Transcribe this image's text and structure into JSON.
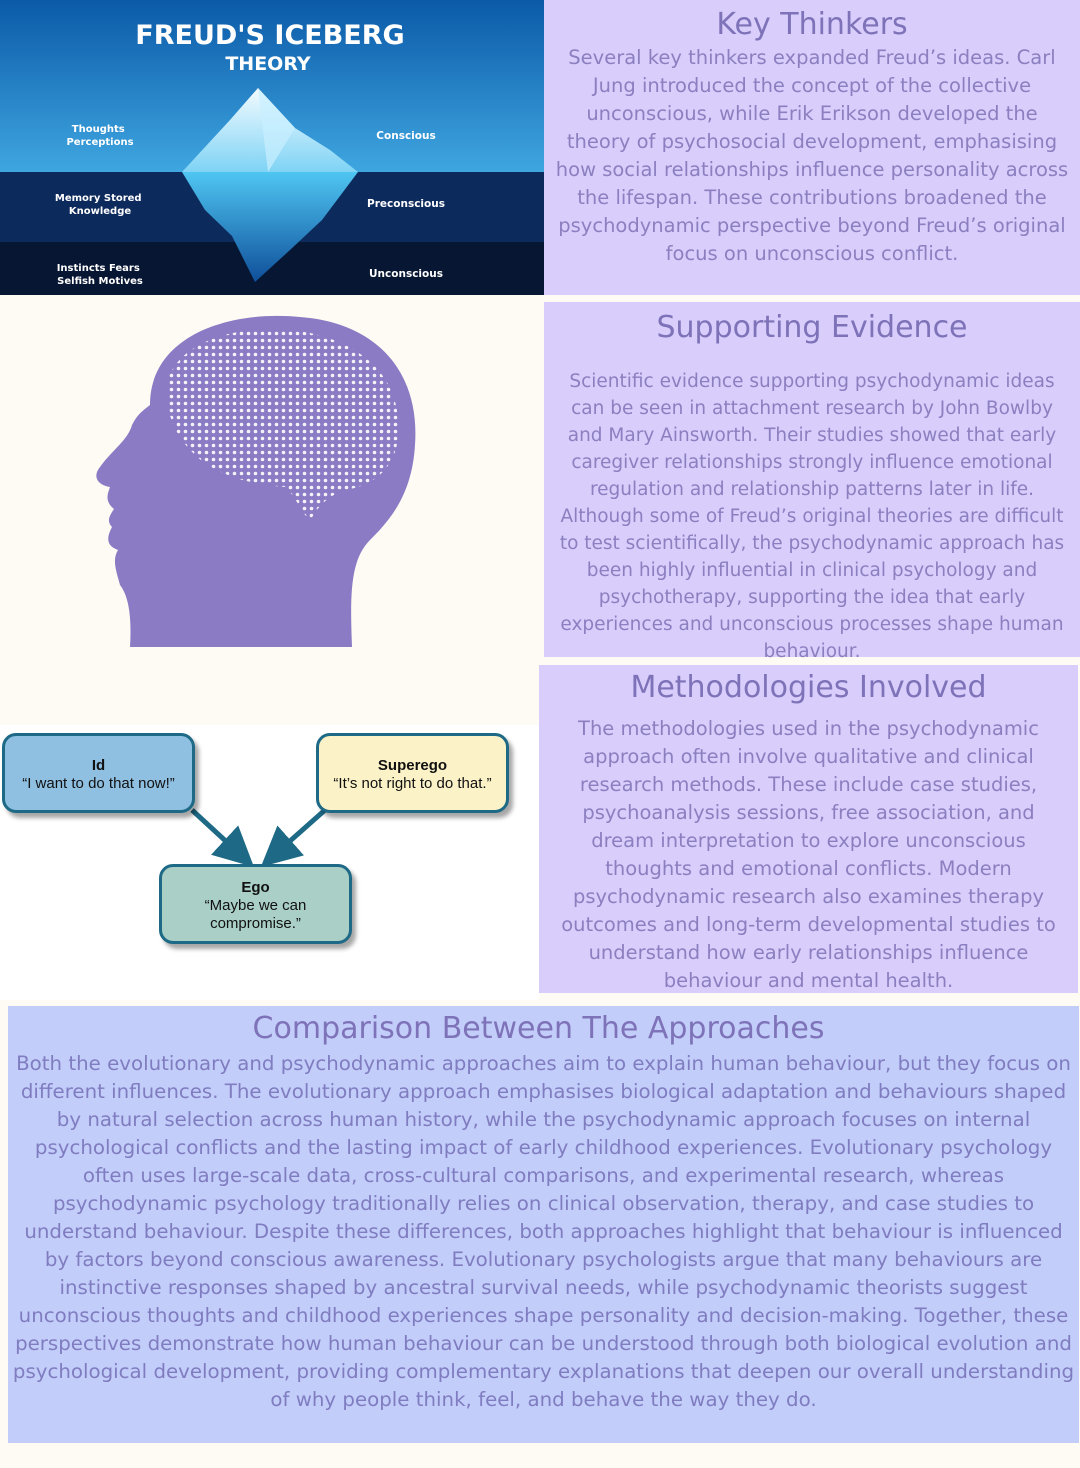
{
  "iceberg": {
    "title": "FREUD'S ICEBERG",
    "subtitle": "THEORY",
    "left_labels": [
      "Thoughts Perceptions",
      "Memory Stored Knowledge",
      "Instincts Fears Selfish Motives"
    ],
    "left_lines": [
      [
        "Thoughts",
        "Perceptions"
      ],
      [
        "Memory Stored",
        "Knowledge"
      ],
      [
        "Instincts Fears",
        "Selfish Motives"
      ]
    ],
    "right_labels": [
      "Conscious",
      "Preconscious",
      "Unconscious"
    ]
  },
  "psyche": {
    "id": {
      "title": "Id",
      "quote": "“I want to do that now!”"
    },
    "superego": {
      "title": "Superego",
      "quote": "“It’s not right to do that.”"
    },
    "ego": {
      "title": "Ego",
      "quote": "“Maybe we can compromise.”"
    }
  },
  "key_thinkers": {
    "title": "Key Thinkers",
    "body": "Several key thinkers expanded Freud’s ideas. Carl Jung introduced the concept of the collective unconscious, while Erik Erikson developed the theory of psychosocial development, emphasising how social relationships influence personality across the lifespan. These contributions broadened the psychodynamic perspective beyond Freud’s original focus on unconscious conflict."
  },
  "supporting_evidence": {
    "title": "Supporting Evidence",
    "body": "Scientific evidence supporting psychodynamic ideas can be seen in attachment research by John Bowlby and Mary Ainsworth. Their studies showed that early caregiver relationships strongly influence emotional regulation and relationship patterns later in life. Although some of Freud’s original theories are difficult to test scientifically, the psychodynamic approach has been highly influential in clinical psychology and psychotherapy, supporting the idea that early experiences and unconscious processes shape human behaviour."
  },
  "methodologies": {
    "title": "Methodologies Involved",
    "body": "The methodologies used in the psychodynamic approach often involve qualitative and clinical research methods. These include case studies, psychoanalysis sessions, free association, and dream interpretation to explore unconscious thoughts and emotional conflicts. Modern psychodynamic research also examines therapy outcomes and long-term developmental studies to understand how early relationships influence behaviour and mental health."
  },
  "comparison": {
    "title": "Comparison Between The Approaches",
    "body": "Both the evolutionary and psychodynamic approaches aim to explain human behaviour, but they focus on different influences. The evolutionary approach emphasises biological adaptation and behaviours shaped by natural selection across human history, while the psychodynamic approach focuses on internal psychological conflicts and the lasting impact of early childhood experiences. Evolutionary psychology often uses large-scale data, cross-cultural comparisons, and experimental research, whereas psychodynamic psychology traditionally relies on clinical observation, therapy, and case studies to understand behaviour. Despite these differences, both approaches highlight that behaviour is influenced by factors beyond conscious awareness. Evolutionary psychologists argue that many behaviours are instinctive responses shaped by ancestral survival needs, while psychodynamic theorists suggest unconscious thoughts and childhood experiences shape personality and decision-making. Together, these perspectives demonstrate how human behaviour can be understood through both biological evolution and psychological development, providing complementary explanations that deepen our overall understanding of why people think, feel, and behave the way they do."
  },
  "colors": {
    "panel_purple": "#d8cdfb",
    "panel_blue": "#c3cdfa",
    "text": "#8c7fc0",
    "head": "#8b7bc4",
    "ocean_dark": "#0c1a3a",
    "box_border": "#1e6a86"
  }
}
